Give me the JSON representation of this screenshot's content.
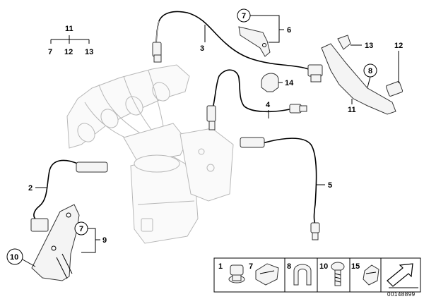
{
  "callouts": {
    "c11_top": "11",
    "c7_top_left": "7",
    "c12_top_left": "12",
    "c13_top_left": "13",
    "c7_bracket_top": "7",
    "c6": "6",
    "c3": "3",
    "c13_right": "13",
    "c12_right": "12",
    "c8": "8",
    "c14": "14",
    "c11_right": "11",
    "c4": "4",
    "c2": "2",
    "c5": "5",
    "c7_lower": "7",
    "c9": "9",
    "c10": "10"
  },
  "legend": {
    "items": [
      {
        "num": "1",
        "icon": "plug-icon"
      },
      {
        "num": "7",
        "icon": "clip-icon"
      },
      {
        "num": "8",
        "icon": "bracket-clip-icon"
      },
      {
        "num": "10",
        "icon": "bolt-icon"
      },
      {
        "num": "15",
        "icon": "cable-clip-icon"
      },
      {
        "num": "",
        "icon": "arrow-pointer-icon"
      }
    ]
  },
  "diagram_id": "00148899"
}
